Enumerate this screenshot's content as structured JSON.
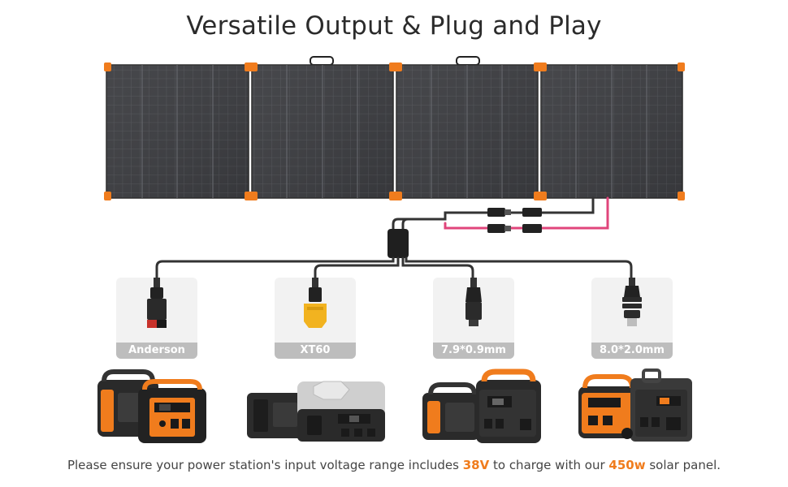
{
  "title": "Versatile Output & Plug and Play",
  "connectors": [
    {
      "label": "Anderson",
      "icon": "anderson-connector-icon"
    },
    {
      "label": "XT60",
      "icon": "xt60-connector-icon"
    },
    {
      "label": "7.9*0.9mm",
      "icon": "dc-7909-connector-icon"
    },
    {
      "label": "8.0*2.0mm",
      "icon": "dc-8020-connector-icon"
    }
  ],
  "footer": {
    "prefix": "Please ensure your power station's input voltage range includes ",
    "voltage": "38V",
    "middle": " to charge with our ",
    "wattage": "450w",
    "suffix": " solar panel."
  },
  "colors": {
    "accent": "#f07c1d",
    "panel": "#3a3b3e",
    "cable": "#333333",
    "cable_positive": "#e0457b",
    "anderson_red": "#c7322b",
    "xt60_yellow": "#f2b320"
  }
}
